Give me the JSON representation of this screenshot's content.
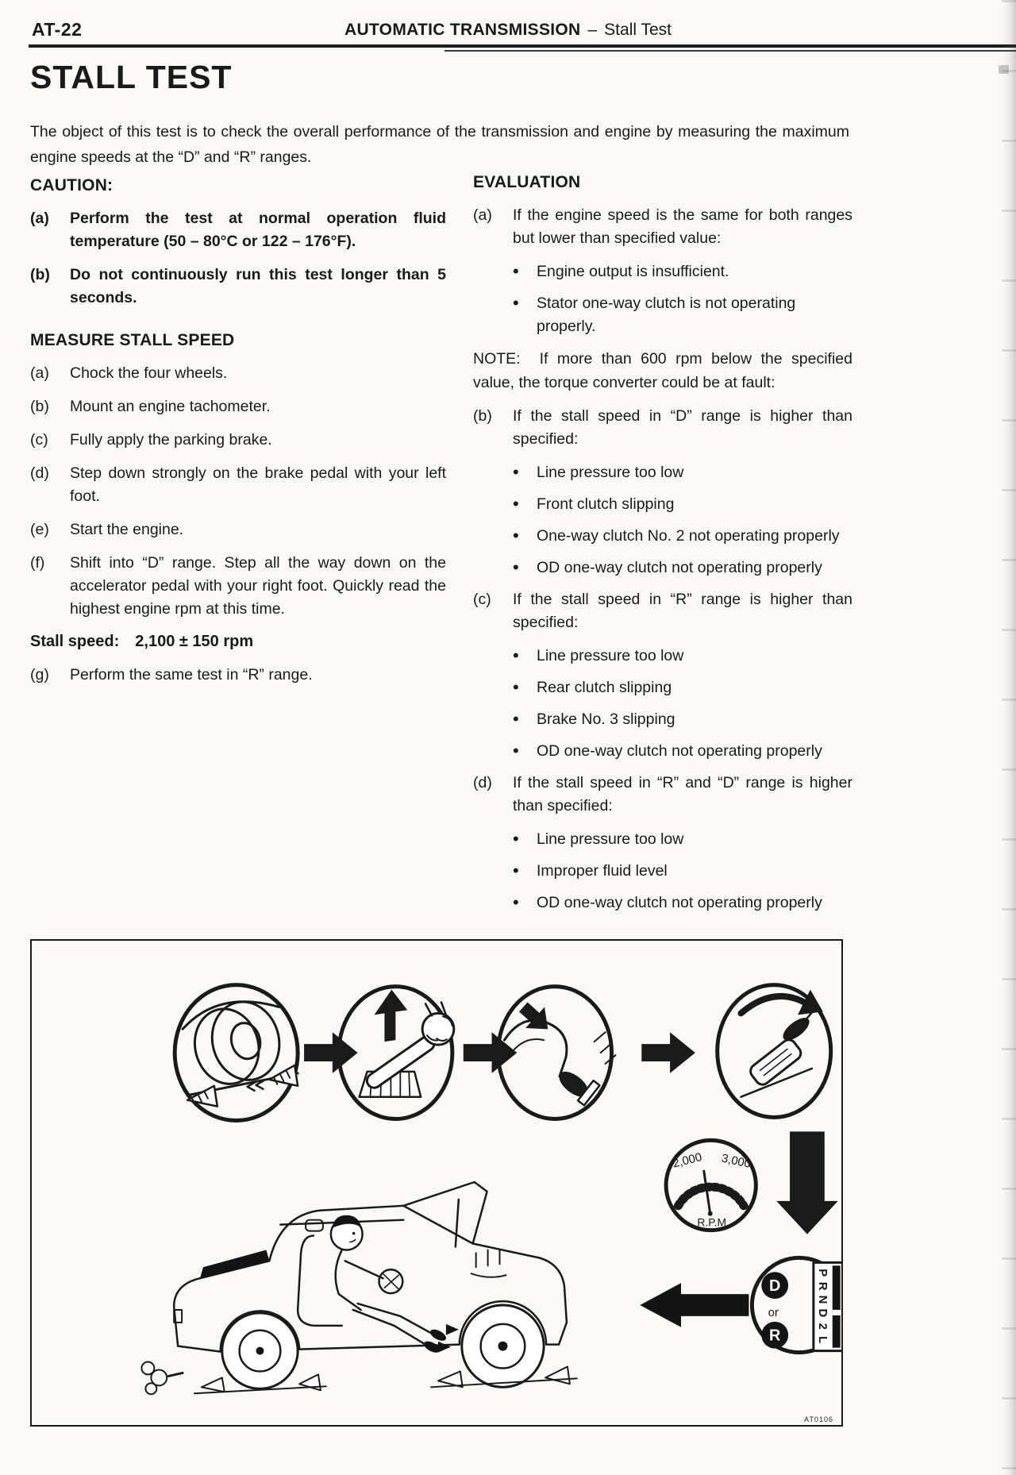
{
  "page": {
    "number": "AT-22",
    "section": "AUTOMATIC TRANSMISSION",
    "separator": "–",
    "subtitle": "Stall Test",
    "title": "STALL TEST",
    "intro": "The object of this test is to check the overall performance of the transmission and engine by measuring the maximum engine speeds at the “D” and “R” ranges."
  },
  "caution": {
    "heading": "CAUTION:",
    "items": [
      {
        "label": "(a)",
        "text": "Perform the test at normal operation fluid temperature (50 – 80°C or 122 – 176°F)."
      },
      {
        "label": "(b)",
        "text": "Do not continuously run this test longer than 5 seconds."
      }
    ]
  },
  "measure": {
    "heading": "MEASURE STALL SPEED",
    "steps": [
      {
        "label": "(a)",
        "text": "Chock the four wheels."
      },
      {
        "label": "(b)",
        "text": "Mount an engine tachometer."
      },
      {
        "label": "(c)",
        "text": "Fully apply the parking brake."
      },
      {
        "label": "(d)",
        "text": "Step down strongly on the brake pedal with your left foot."
      },
      {
        "label": "(e)",
        "text": "Start the engine."
      },
      {
        "label": "(f)",
        "text": "Shift into “D” range. Step all the way down on the accelerator pedal with your right foot. Quickly read the highest engine rpm at this time."
      }
    ],
    "stall_speed_label": "Stall speed:",
    "stall_speed_value": "2,100 ± 150 rpm",
    "last_step": {
      "label": "(g)",
      "text": "Perform the same test in “R” range."
    }
  },
  "evaluation": {
    "heading": "EVALUATION",
    "item_a": {
      "label": "(a)",
      "text": "If the engine speed is the same for both ranges but lower than specified value:",
      "bullets": [
        "Engine output is insufficient.",
        "Stator one-way clutch is not operating properly."
      ]
    },
    "note_label": "NOTE:",
    "note_text": "If more than 600 rpm below the specified value, the torque converter could be at fault:",
    "item_b": {
      "label": "(b)",
      "text": "If the stall speed in “D” range is higher than specified:",
      "bullets": [
        "Line pressure too low",
        "Front clutch slipping",
        "One-way clutch No. 2 not operating properly",
        "OD one-way clutch not operating properly"
      ]
    },
    "item_c": {
      "label": "(c)",
      "text": "If the stall speed in “R” range is higher than specified:",
      "bullets": [
        "Line pressure too low",
        "Rear clutch slipping",
        "Brake No. 3 slipping",
        "OD one-way clutch not operating properly"
      ]
    },
    "item_d": {
      "label": "(d)",
      "text": "If the stall speed in “R” and “D” range is higher than specified:",
      "bullets": [
        "Line pressure too low",
        "Improper fluid level",
        "OD one-way clutch not operating properly"
      ]
    }
  },
  "figure": {
    "gauge": {
      "tick_left": "2,000",
      "tick_right": "3,000",
      "unit": "R.P.M"
    },
    "shifter": {
      "option_d": "D",
      "or_label": "or",
      "option_r": "R",
      "pattern": [
        "P",
        "R",
        "N",
        "D",
        "2",
        "L"
      ]
    },
    "code": "AT0106"
  }
}
